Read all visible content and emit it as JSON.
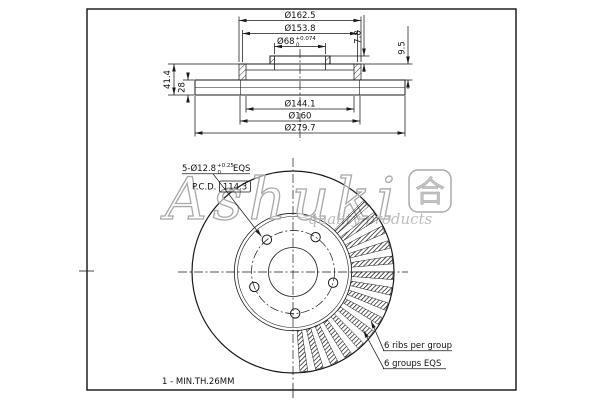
{
  "colors": {
    "line": "#1a1a1a",
    "watermark": "#a8a8a8",
    "background": "#ffffff"
  },
  "section_view": {
    "dim_hat_outer": "Ø162.5",
    "dim_hat_face": "Ø153.8",
    "bore": {
      "nominal": "Ø68",
      "tol_upper": "+0.074",
      "tol_lower": "0"
    },
    "dim_step_top": "7.8",
    "dim_step_face": "9.5",
    "dim_overall_height": "41.4",
    "dim_thickness": "28",
    "dim_vent_inner": "Ø144.1",
    "dim_hat_base": "Ø160",
    "dim_outer": "Ø279.7"
  },
  "front_view": {
    "bolt_label": {
      "nominal": "5-Ø12.8",
      "tol_upper": "+0.25",
      "tol_lower": "0",
      "suffix": "EQS"
    },
    "pcd_label": "P.C.D.",
    "pcd_value": "114.3",
    "rib_note_ribs": "6 ribs per group",
    "rib_note_groups": "6 groups EQS"
  },
  "footer": {
    "note": "1 - MIN.TH.26MM"
  },
  "watermark": {
    "brand": "Ashuki",
    "logo": "合",
    "tagline": "quality products"
  }
}
